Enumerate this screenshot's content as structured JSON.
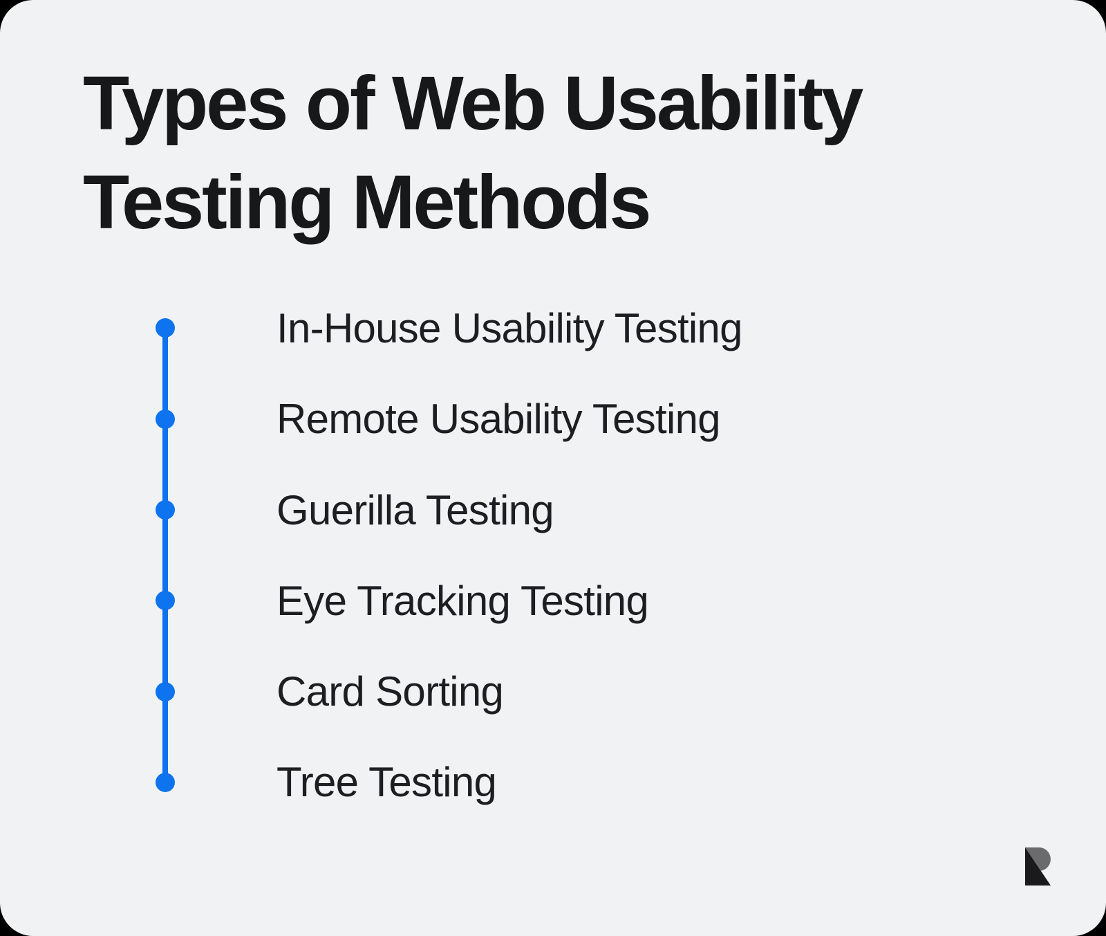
{
  "title": {
    "line1": "Types of Web Usability",
    "line2": "Testing Methods"
  },
  "timeline": {
    "items": [
      "In-House Usability Testing",
      "Remote Usability Testing",
      "Guerilla Testing",
      "Eye Tracking Testing",
      "Card Sorting",
      "Tree Testing"
    ]
  },
  "branding": {
    "logo_icon": "r-monogram-logo-icon"
  },
  "colors": {
    "page_bg": "#000000",
    "card_bg": "#f1f2f4",
    "title_text": "#17181a",
    "item_text": "#1d1e22",
    "accent_blue": "#0e73ee",
    "logo_dark": "#1a1a1c",
    "logo_gray": "#6b6b6d"
  }
}
